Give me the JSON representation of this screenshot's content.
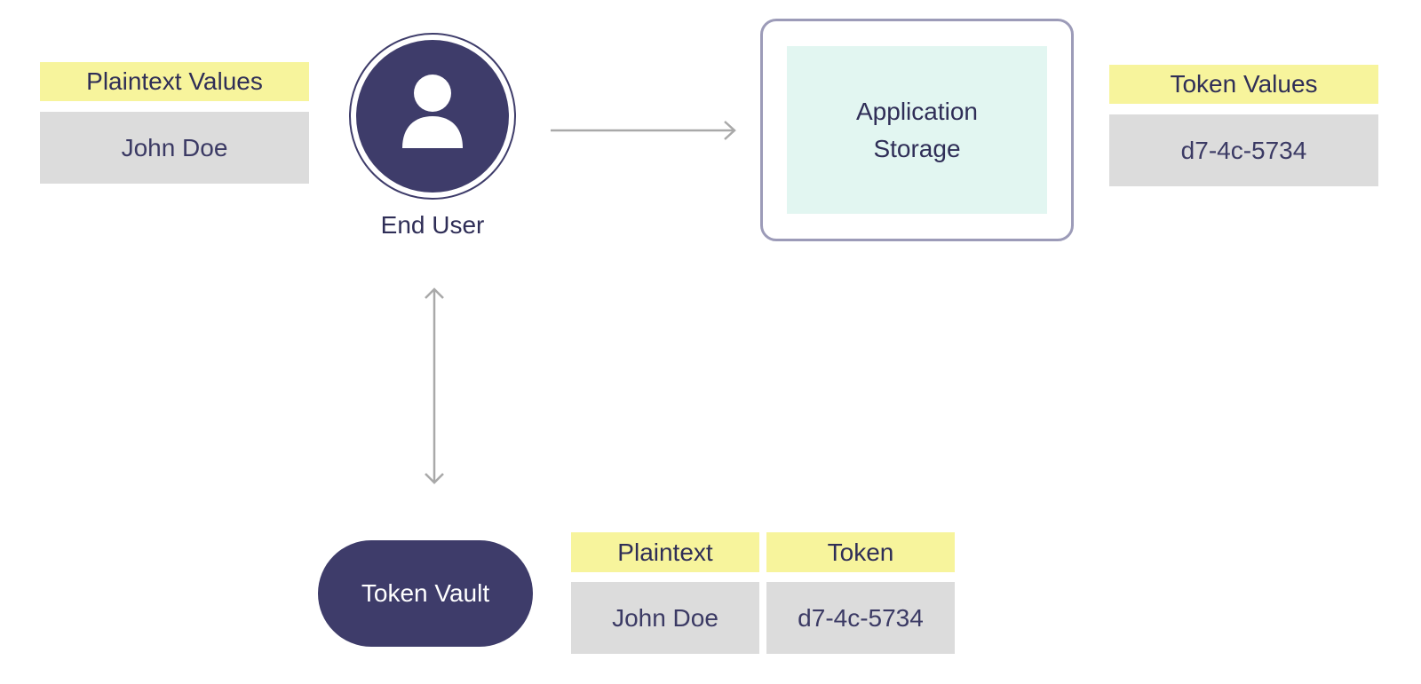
{
  "plaintext_values": {
    "header": "Plaintext Values",
    "value": "John Doe"
  },
  "end_user": {
    "label": "End User",
    "icon": "person-icon"
  },
  "application_storage": {
    "line1": "Application",
    "line2": "Storage"
  },
  "token_values": {
    "header": "Token Values",
    "value": "d7-4c-5734"
  },
  "token_vault": {
    "label": "Token Vault"
  },
  "vault_table": {
    "headers": [
      "Plaintext",
      "Token"
    ],
    "rows": [
      [
        "John Doe",
        "d7-4c-5734"
      ]
    ]
  },
  "colors": {
    "navy": "#3e3c6a",
    "yellow_header": "#f7f49c",
    "grey_cell": "#dcdcdc",
    "storage_fill": "#e2f6f1",
    "arrow": "#a9a9a9"
  }
}
